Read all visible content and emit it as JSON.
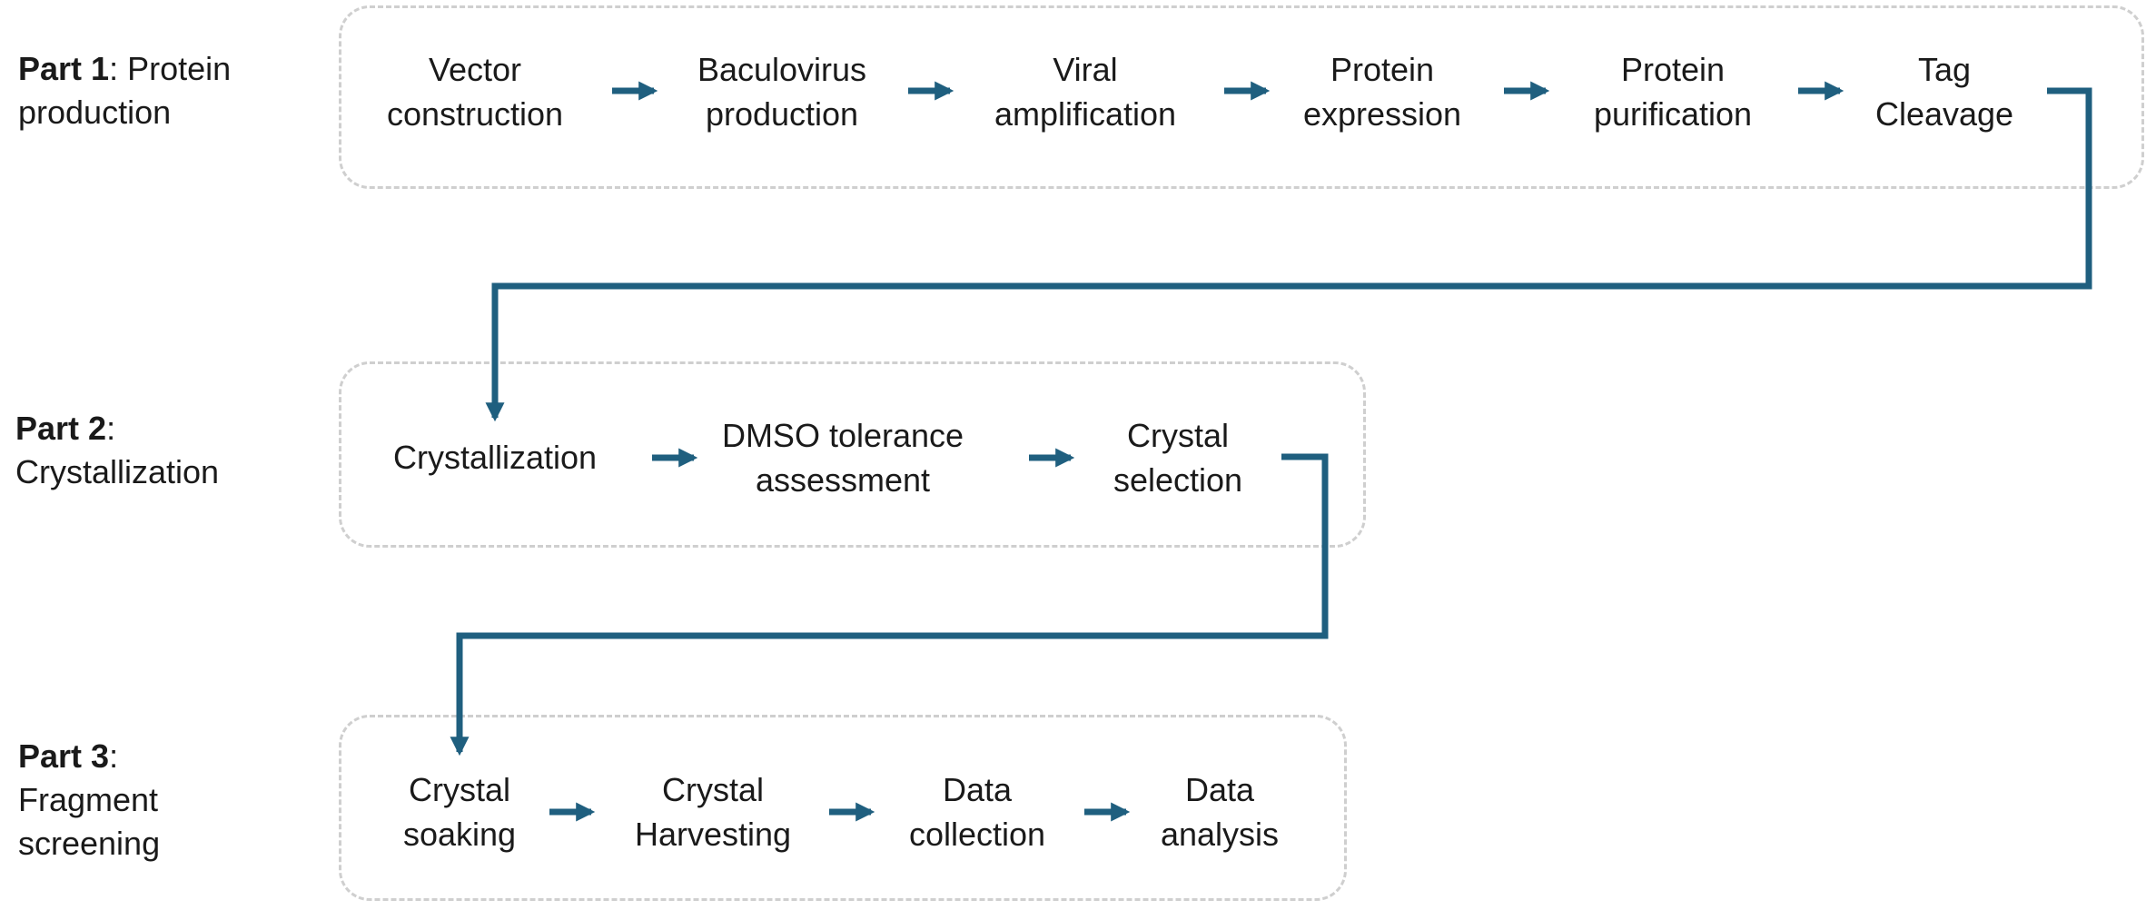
{
  "colors": {
    "arrow": "#1f5f7f",
    "box_border": "#cfcfcf",
    "text": "#1a1a1a"
  },
  "parts": [
    {
      "bold": "Part 1",
      "suffix": ":",
      "title_lines": [
        " Protein",
        "production"
      ],
      "steps": [
        {
          "lines": [
            "Vector",
            "construction"
          ]
        },
        {
          "lines": [
            "Baculovirus",
            "production"
          ]
        },
        {
          "lines": [
            "Viral",
            "amplification"
          ]
        },
        {
          "lines": [
            "Protein",
            "expression"
          ]
        },
        {
          "lines": [
            "Protein",
            "purification"
          ]
        },
        {
          "lines": [
            "Tag",
            "Cleavage"
          ]
        }
      ]
    },
    {
      "bold": "Part 2",
      "suffix": ":",
      "title_lines": [
        "",
        "Crystallization"
      ],
      "steps": [
        {
          "lines": [
            "Crystallization"
          ]
        },
        {
          "lines": [
            "DMSO tolerance",
            "assessment"
          ]
        },
        {
          "lines": [
            "Crystal",
            "selection"
          ]
        }
      ]
    },
    {
      "bold": "Part 3",
      "suffix": ":",
      "title_lines": [
        "",
        "Fragment",
        "screening"
      ],
      "steps": [
        {
          "lines": [
            "Crystal",
            "soaking"
          ]
        },
        {
          "lines": [
            "Crystal",
            "Harvesting"
          ]
        },
        {
          "lines": [
            "Data",
            "collection"
          ]
        },
        {
          "lines": [
            "Data",
            "analysis"
          ]
        }
      ]
    }
  ]
}
